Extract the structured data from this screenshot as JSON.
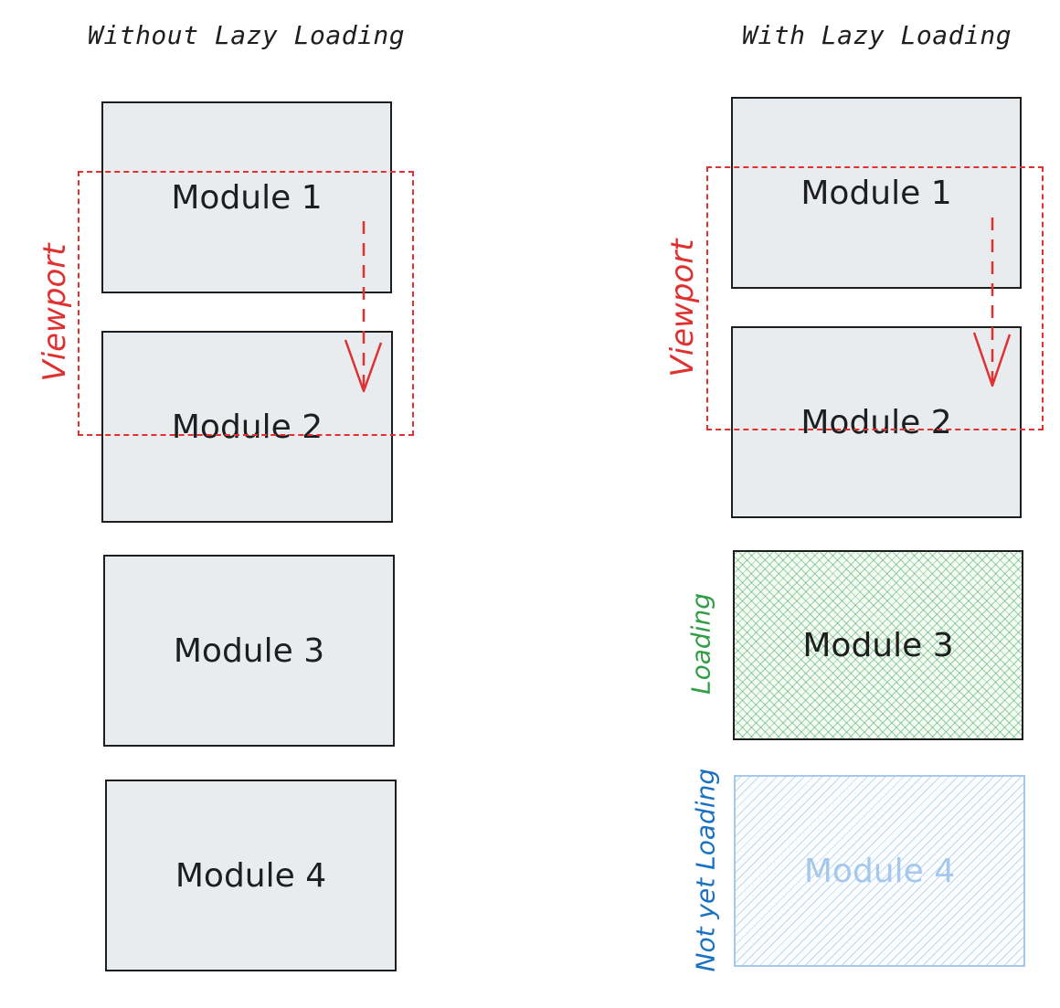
{
  "left": {
    "title": "Without Lazy Loading",
    "viewport_label": "Viewport",
    "modules": [
      "Module 1",
      "Module 2",
      "Module 3",
      "Module 4"
    ]
  },
  "right": {
    "title": "With Lazy Loading",
    "viewport_label": "Viewport",
    "modules": [
      "Module 1",
      "Module 2",
      "Module 3",
      "Module 4"
    ],
    "loading_label": "Loading",
    "pending_label": "Not yet Loading"
  },
  "colors": {
    "viewport": "#e03131",
    "module_fill": "#e9ecef",
    "loading": "#2f9e44",
    "pending": "#1971c2",
    "pending_light": "#a5c8ec"
  },
  "icons": [
    "scroll-down-arrow-icon"
  ]
}
